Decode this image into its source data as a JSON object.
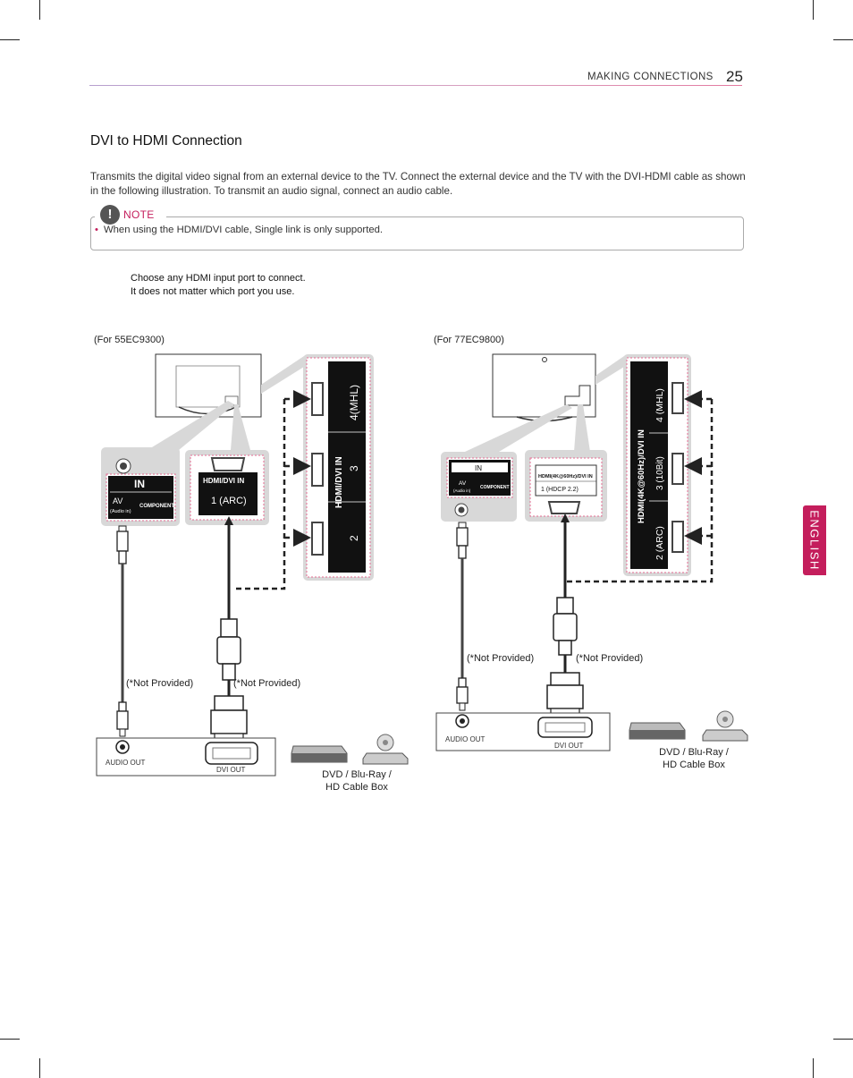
{
  "header": {
    "section": "MAKING CONNECTIONS",
    "page_number": "25"
  },
  "section_title": "DVI to HDMI Connection",
  "body_text": "Transmits the digital video signal from an external device to the TV. Connect the external device and the TV with the DVI-HDMI cable as shown in the following illustration. To transmit an audio signal, connect an audio cable.",
  "note": {
    "label": "NOTE",
    "badge": "!",
    "items": [
      "When using the HDMI/DVI cable, Single link is only supported."
    ]
  },
  "instructions": [
    "Choose any HDMI input port to connect.",
    "It does not matter which port you use."
  ],
  "left_diagram": {
    "caption": "(For 55EC9300)",
    "in_label": "IN",
    "av_label": "AV",
    "audio_in_label": "(Audio in)",
    "component_label": "COMPONENT",
    "hdmi_port_label": "HDMI/DVI IN",
    "hdmi_port_number": "1 (ARC)",
    "side_panel_label": "HDMI/DVI IN",
    "side_ports": [
      "4(MHL)",
      "3",
      "2"
    ],
    "not_provided_audio": "(*Not Provided)",
    "not_provided_hdmi": "(*Not Provided)",
    "audio_out": "AUDIO OUT",
    "dvi_out": "DVI OUT",
    "device_caption_line1": "DVD / Blu-Ray /",
    "device_caption_line2": "HD Cable Box"
  },
  "right_diagram": {
    "caption": "(For 77EC9800)",
    "in_label": "IN",
    "av_label": "AV",
    "audio_in_label": "(Audio in)",
    "component_label": "COMPONENT",
    "hdmi_port_label": "HDMI(4K@60Hz)/DVI IN",
    "hdmi_port_number": "1 (HDCP 2.2)",
    "side_panel_label": "HDMI(4K@60Hz)/DVI IN",
    "side_ports": [
      "4 (MHL)",
      "3 (10Bit)",
      "2 (ARC)"
    ],
    "not_provided_audio": "(*Not Provided)",
    "not_provided_hdmi": "(*Not Provided)",
    "audio_out": "AUDIO OUT",
    "dvi_out": "DVI OUT",
    "device_caption_line1": "DVD / Blu-Ray /",
    "device_caption_line2": "HD Cable Box"
  },
  "side_tab": "ENGLISH",
  "colors": {
    "accent": "#c41e5c",
    "panel_gray": "#d8d8d8",
    "dotted_border": "#e46b92"
  }
}
